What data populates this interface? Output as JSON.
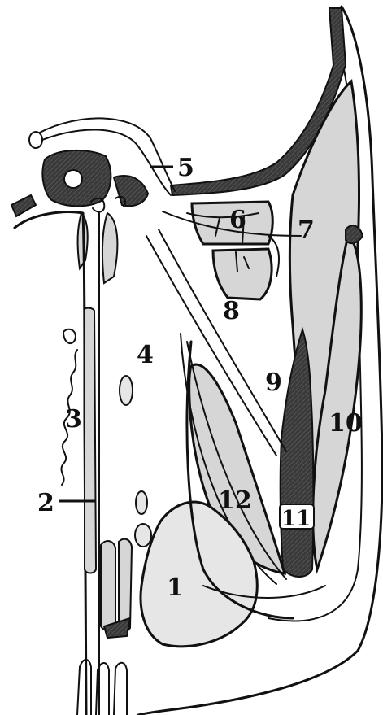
{
  "labels": {
    "l1": "1",
    "l2": "2",
    "l3": "3",
    "l4": "4",
    "l5": "5",
    "l6": "6",
    "l7": "7",
    "l8": "8",
    "l9": "9",
    "l10": "10",
    "l11": "11",
    "l12": "12"
  },
  "colors": {
    "line": "#111111",
    "bone": "#3a3a3a",
    "muscle": "#d6d6d6",
    "light_tissue": "#e6e6e6",
    "background": "#ffffff"
  }
}
